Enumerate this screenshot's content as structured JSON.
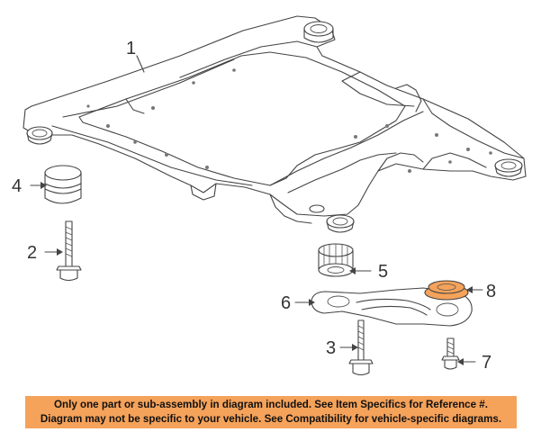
{
  "colors": {
    "notice_background": "#f5a25a",
    "highlight_part": "#f5a25a",
    "line": "#444444"
  },
  "callouts": [
    {
      "number": "1",
      "part": "crossmember-frame"
    },
    {
      "number": "2",
      "part": "bolt"
    },
    {
      "number": "3",
      "part": "bolt"
    },
    {
      "number": "4",
      "part": "bushing"
    },
    {
      "number": "5",
      "part": "bushing"
    },
    {
      "number": "6",
      "part": "brace-plate"
    },
    {
      "number": "7",
      "part": "bolt"
    },
    {
      "number": "8",
      "part": "insulator"
    }
  ],
  "highlighted_callout": "8",
  "notice": {
    "line1": "Only one part or sub-assembly in diagram included. See Item Specifics for Reference #.",
    "line2": "Diagram may not be specific to your vehicle. See Compatibility for vehicle-specific diagrams."
  }
}
